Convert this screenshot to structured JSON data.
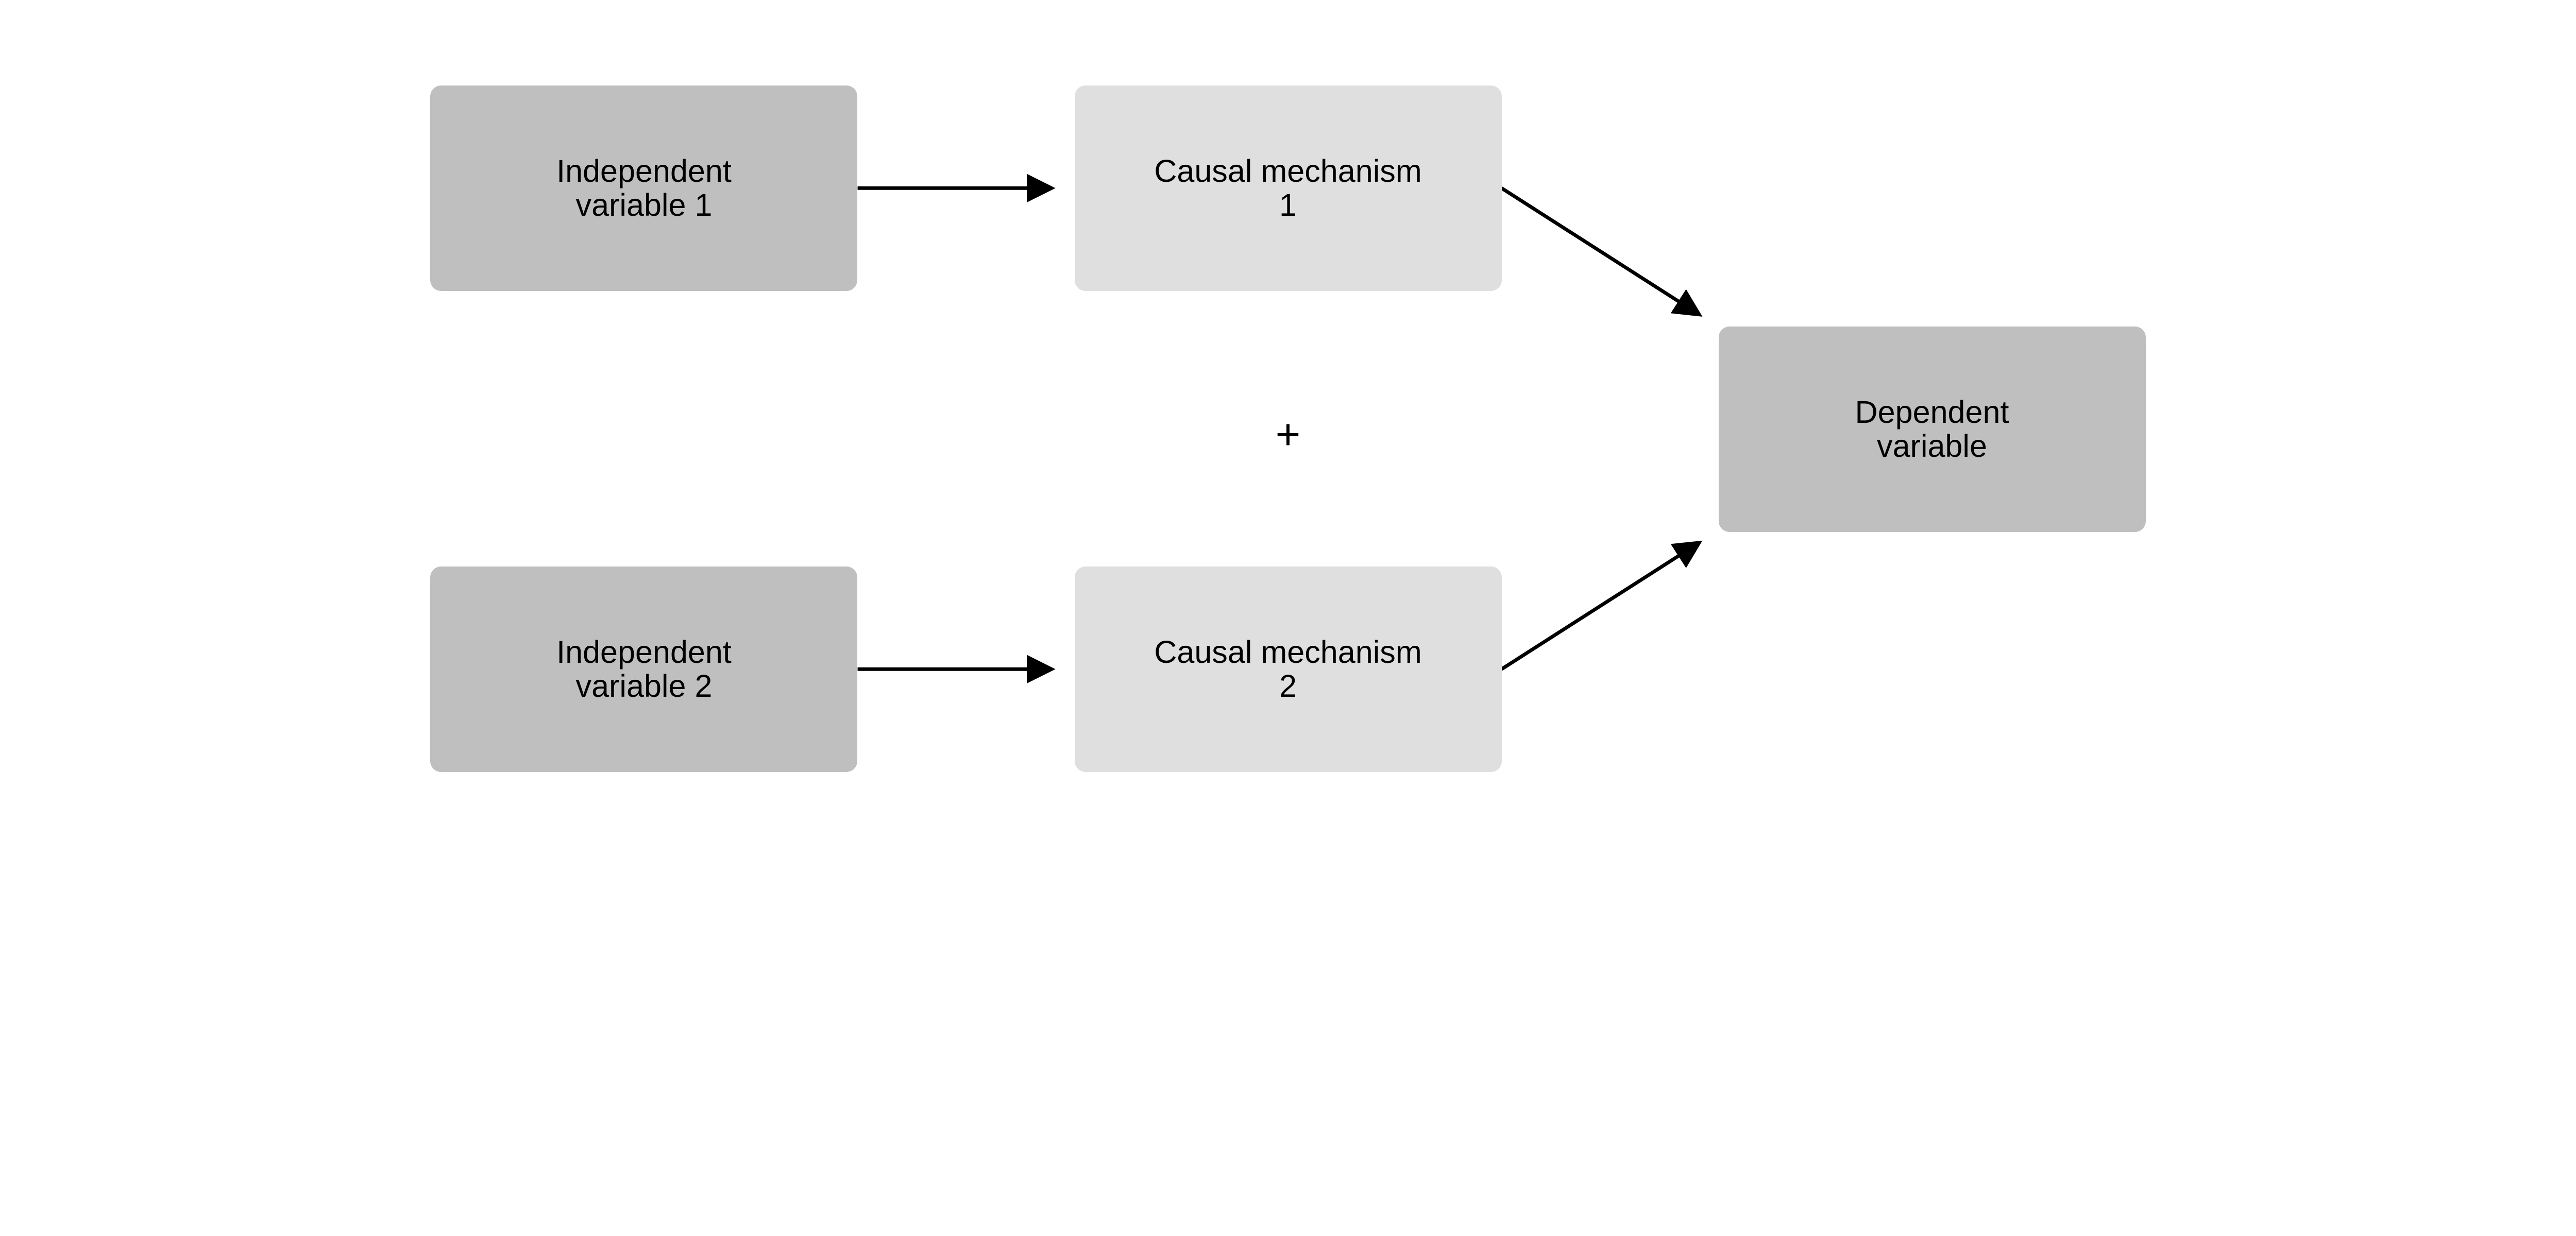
{
  "nodes": {
    "iv1": {
      "label": "Independent\nvariable 1"
    },
    "iv2": {
      "label": "Independent\nvariable 2"
    },
    "cm1": {
      "label": "Causal mechanism\n1"
    },
    "cm2": {
      "label": "Causal mechanism\n2"
    },
    "dv": {
      "label": "Dependent\nvariable"
    }
  },
  "operator": "+",
  "edges": [
    {
      "from": "iv1",
      "to": "cm1"
    },
    {
      "from": "iv2",
      "to": "cm2"
    },
    {
      "from": "cm1",
      "to": "dv"
    },
    {
      "from": "cm2",
      "to": "dv"
    }
  ],
  "colors": {
    "independent": "#bfbfbf",
    "mechanism": "#dfdfdf",
    "dependent": "#bfbfbf",
    "arrow": "#000000"
  }
}
